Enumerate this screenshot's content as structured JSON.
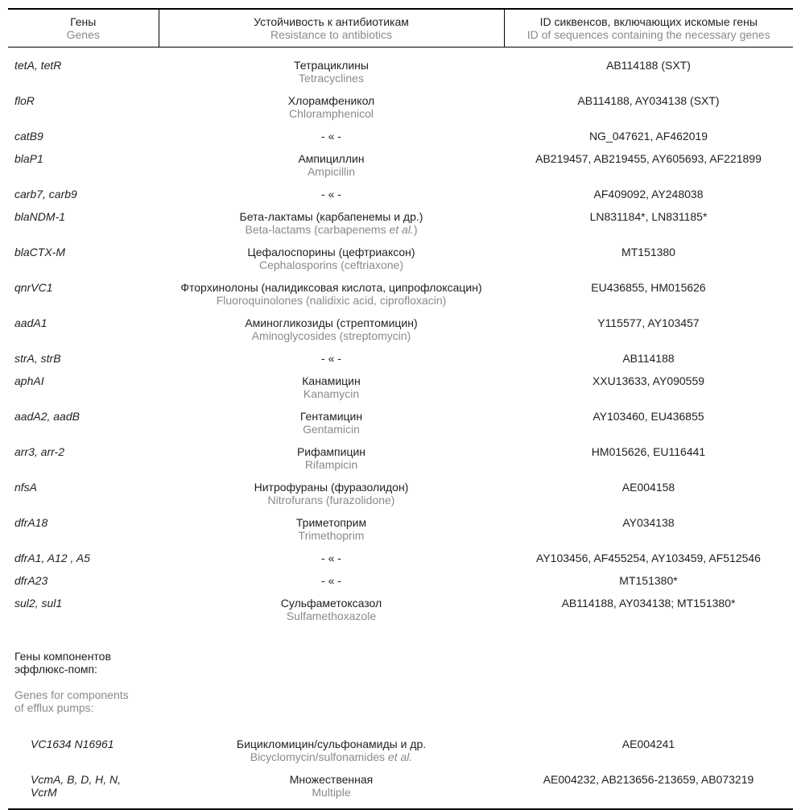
{
  "colors": {
    "text": "#1f1f1f",
    "muted": "#8a8a8a",
    "border": "#000000"
  },
  "header": {
    "genes_ru": "Гены",
    "genes_en": "Genes",
    "resistance_ru": "Устойчивость к антибиотикам",
    "resistance_en": "Resistance to antibiotics",
    "ids_ru": "ID сиквенсов, включающих искомые гены",
    "ids_en": "ID of sequences containing the necessary genes"
  },
  "ditto_mark": "- « -",
  "rows": [
    {
      "genes": "tetA, tetR",
      "ru": "Тетрациклины",
      "en": "Tetracyclines",
      "ids": "AB114188 (SXT)"
    },
    {
      "genes": "floR",
      "ru": "Хлорамфеникол",
      "en": "Chloramphenicol",
      "ids": "AB114188, AY034138 (SXT)"
    },
    {
      "genes": "catB9",
      "ru": "- « -",
      "en": "",
      "ids": "NG_047621, AF462019"
    },
    {
      "genes": "blaP1",
      "ru": "Ампициллин",
      "en": "Ampicillin",
      "ids": "AB219457, AB219455, AY605693, AF221899"
    },
    {
      "genes": "carb7, carb9",
      "ru": "- « -",
      "en": "",
      "ids": "AF409092, AY248038"
    },
    {
      "genes": "blaNDM-1",
      "ru": "Бета-лактамы (карбапенемы и др.)",
      "en": "Beta-lactams (carbapenems et al.)",
      "ids": "LN831184*, LN831185*"
    },
    {
      "genes": "blaCTX-M",
      "ru": "Цефалоспорины (цефтриаксон)",
      "en": "Cephalosporins (ceftriaxone)",
      "ids": "MT151380"
    },
    {
      "genes": "qnrVC1",
      "ru": "Фторхинолоны (налидиксовая кислота, ципрофлоксацин)",
      "en": "Fluoroquinolones (nalidixic acid, ciprofloxacin)",
      "ids": "EU436855, HM015626"
    },
    {
      "genes": "aadA1",
      "ru": "Аминогликозиды (стрептомицин)",
      "en": "Aminoglycosides (streptomycin)",
      "ids": "Y115577, AY103457"
    },
    {
      "genes": "strA, strB",
      "ru": "- « -",
      "en": "",
      "ids": "AB114188"
    },
    {
      "genes": "aphAI",
      "ru": "Канамицин",
      "en": "Kanamycin",
      "ids": "XXU13633, AY090559"
    },
    {
      "genes": "aadA2, aadB",
      "ru": "Гентамицин",
      "en": "Gentamicin",
      "ids": "AY103460, EU436855"
    },
    {
      "genes": "arr3, arr-2",
      "ru": "Рифампицин",
      "en": "Rifampicin",
      "ids": "HM015626, EU116441"
    },
    {
      "genes": "nfsA",
      "ru": "Нитрофураны (фуразолидон)",
      "en": "Nitrofurans (furazolidone)",
      "ids": "AE004158"
    },
    {
      "genes": "dfrA18",
      "ru": "Триметоприм",
      "en": "Trimethoprim",
      "ids": "AY034138"
    },
    {
      "genes": "dfrA1, A12 , A5",
      "ru": "- « -",
      "en": "",
      "ids": "AY103456, AF455254, AY103459, AF512546"
    },
    {
      "genes": "dfrA23",
      "ru": "- « -",
      "en": "",
      "ids": "MT151380*"
    },
    {
      "genes": "sul2, sul1",
      "ru": "Сульфаметоксазол",
      "en": "Sulfamethoxazole",
      "ids": "AB114188, AY034138; MT151380*"
    },
    {
      "section": true,
      "ru": "Гены компонентов\nэффлюкс-помп:",
      "en": "Genes for components\nof efflux pumps:"
    },
    {
      "genes": "VC1634 N16961",
      "indent": true,
      "ru": "Бицикломицин/сульфонамиды и др.",
      "en": "Bicyclomycin/sulfonamides et al.",
      "ids": "AE004241"
    },
    {
      "genes": "VcmA, B, D, H, N,\nVcrM",
      "indent": true,
      "ru": "Множественная",
      "en": "Multiple",
      "ids": "AE004232, AB213656-213659, AB073219"
    }
  ]
}
